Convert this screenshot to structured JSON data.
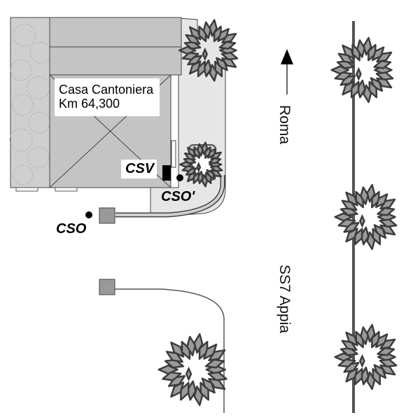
{
  "building": {
    "name": "Casa Cantoniera",
    "km": "Km 64,300"
  },
  "markers": {
    "csv": "CSV",
    "cso_prime": "CSO'",
    "cso": "CSO"
  },
  "road": {
    "direction": "Roma",
    "name": "SS7 Appia"
  },
  "colors": {
    "building_fill": "#c4c4c4",
    "wall_fill": "#cfcfcf",
    "courtyard_fill": "#e6e6e6",
    "tree_outline": "#3c3c3c",
    "tree_leaf": "#9a9a9a",
    "road_line": "#555555",
    "box_fill": "#999999"
  }
}
